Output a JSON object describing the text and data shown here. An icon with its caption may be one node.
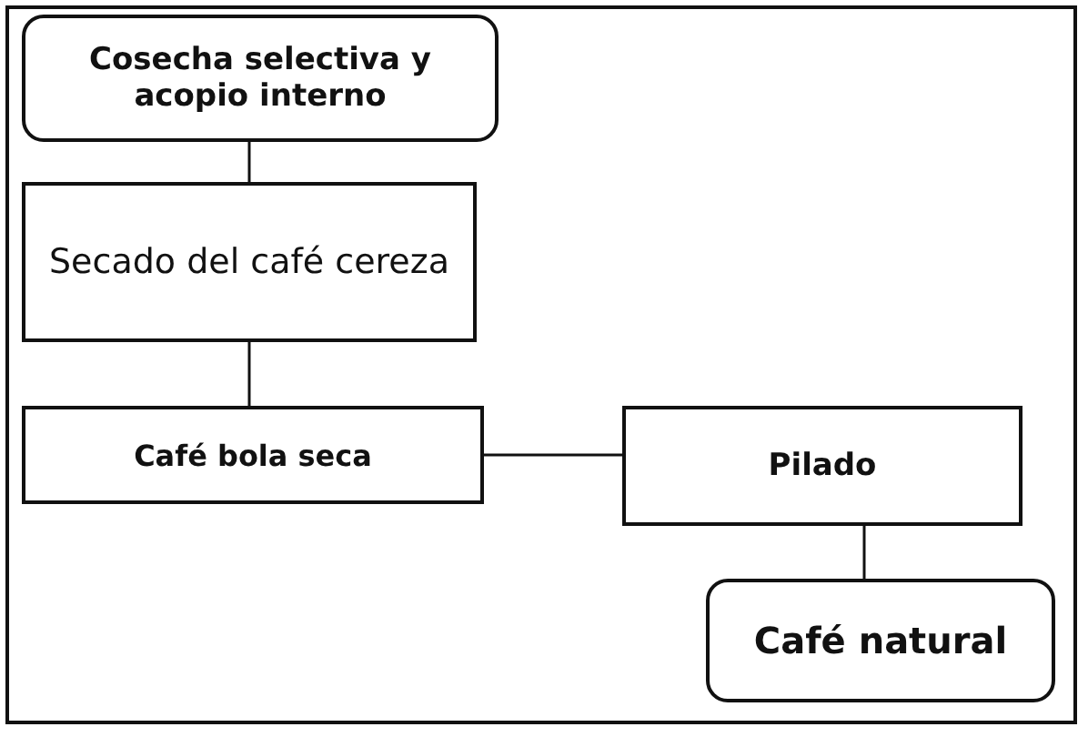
{
  "diagram": {
    "nodes": [
      {
        "text": [
          "Cosecha selectiva y acopio interno"
        ]
      },
      {
        "text": [
          "Secado del café cereza"
        ]
      },
      {
        "text": [
          "Café bola seca"
        ]
      },
      {
        "text": [
          "Pilado"
        ]
      },
      {
        "text": [
          "Café natural"
        ]
      }
    ],
    "edges": [
      {
        "from": 0,
        "to": 1,
        "arrow": "none"
      },
      {
        "from": 1,
        "to": 2,
        "arrow": "none"
      },
      {
        "from": 2,
        "to": 3,
        "arrow": "none"
      },
      {
        "from": 3,
        "to": 4,
        "arrow": "none"
      }
    ]
  }
}
